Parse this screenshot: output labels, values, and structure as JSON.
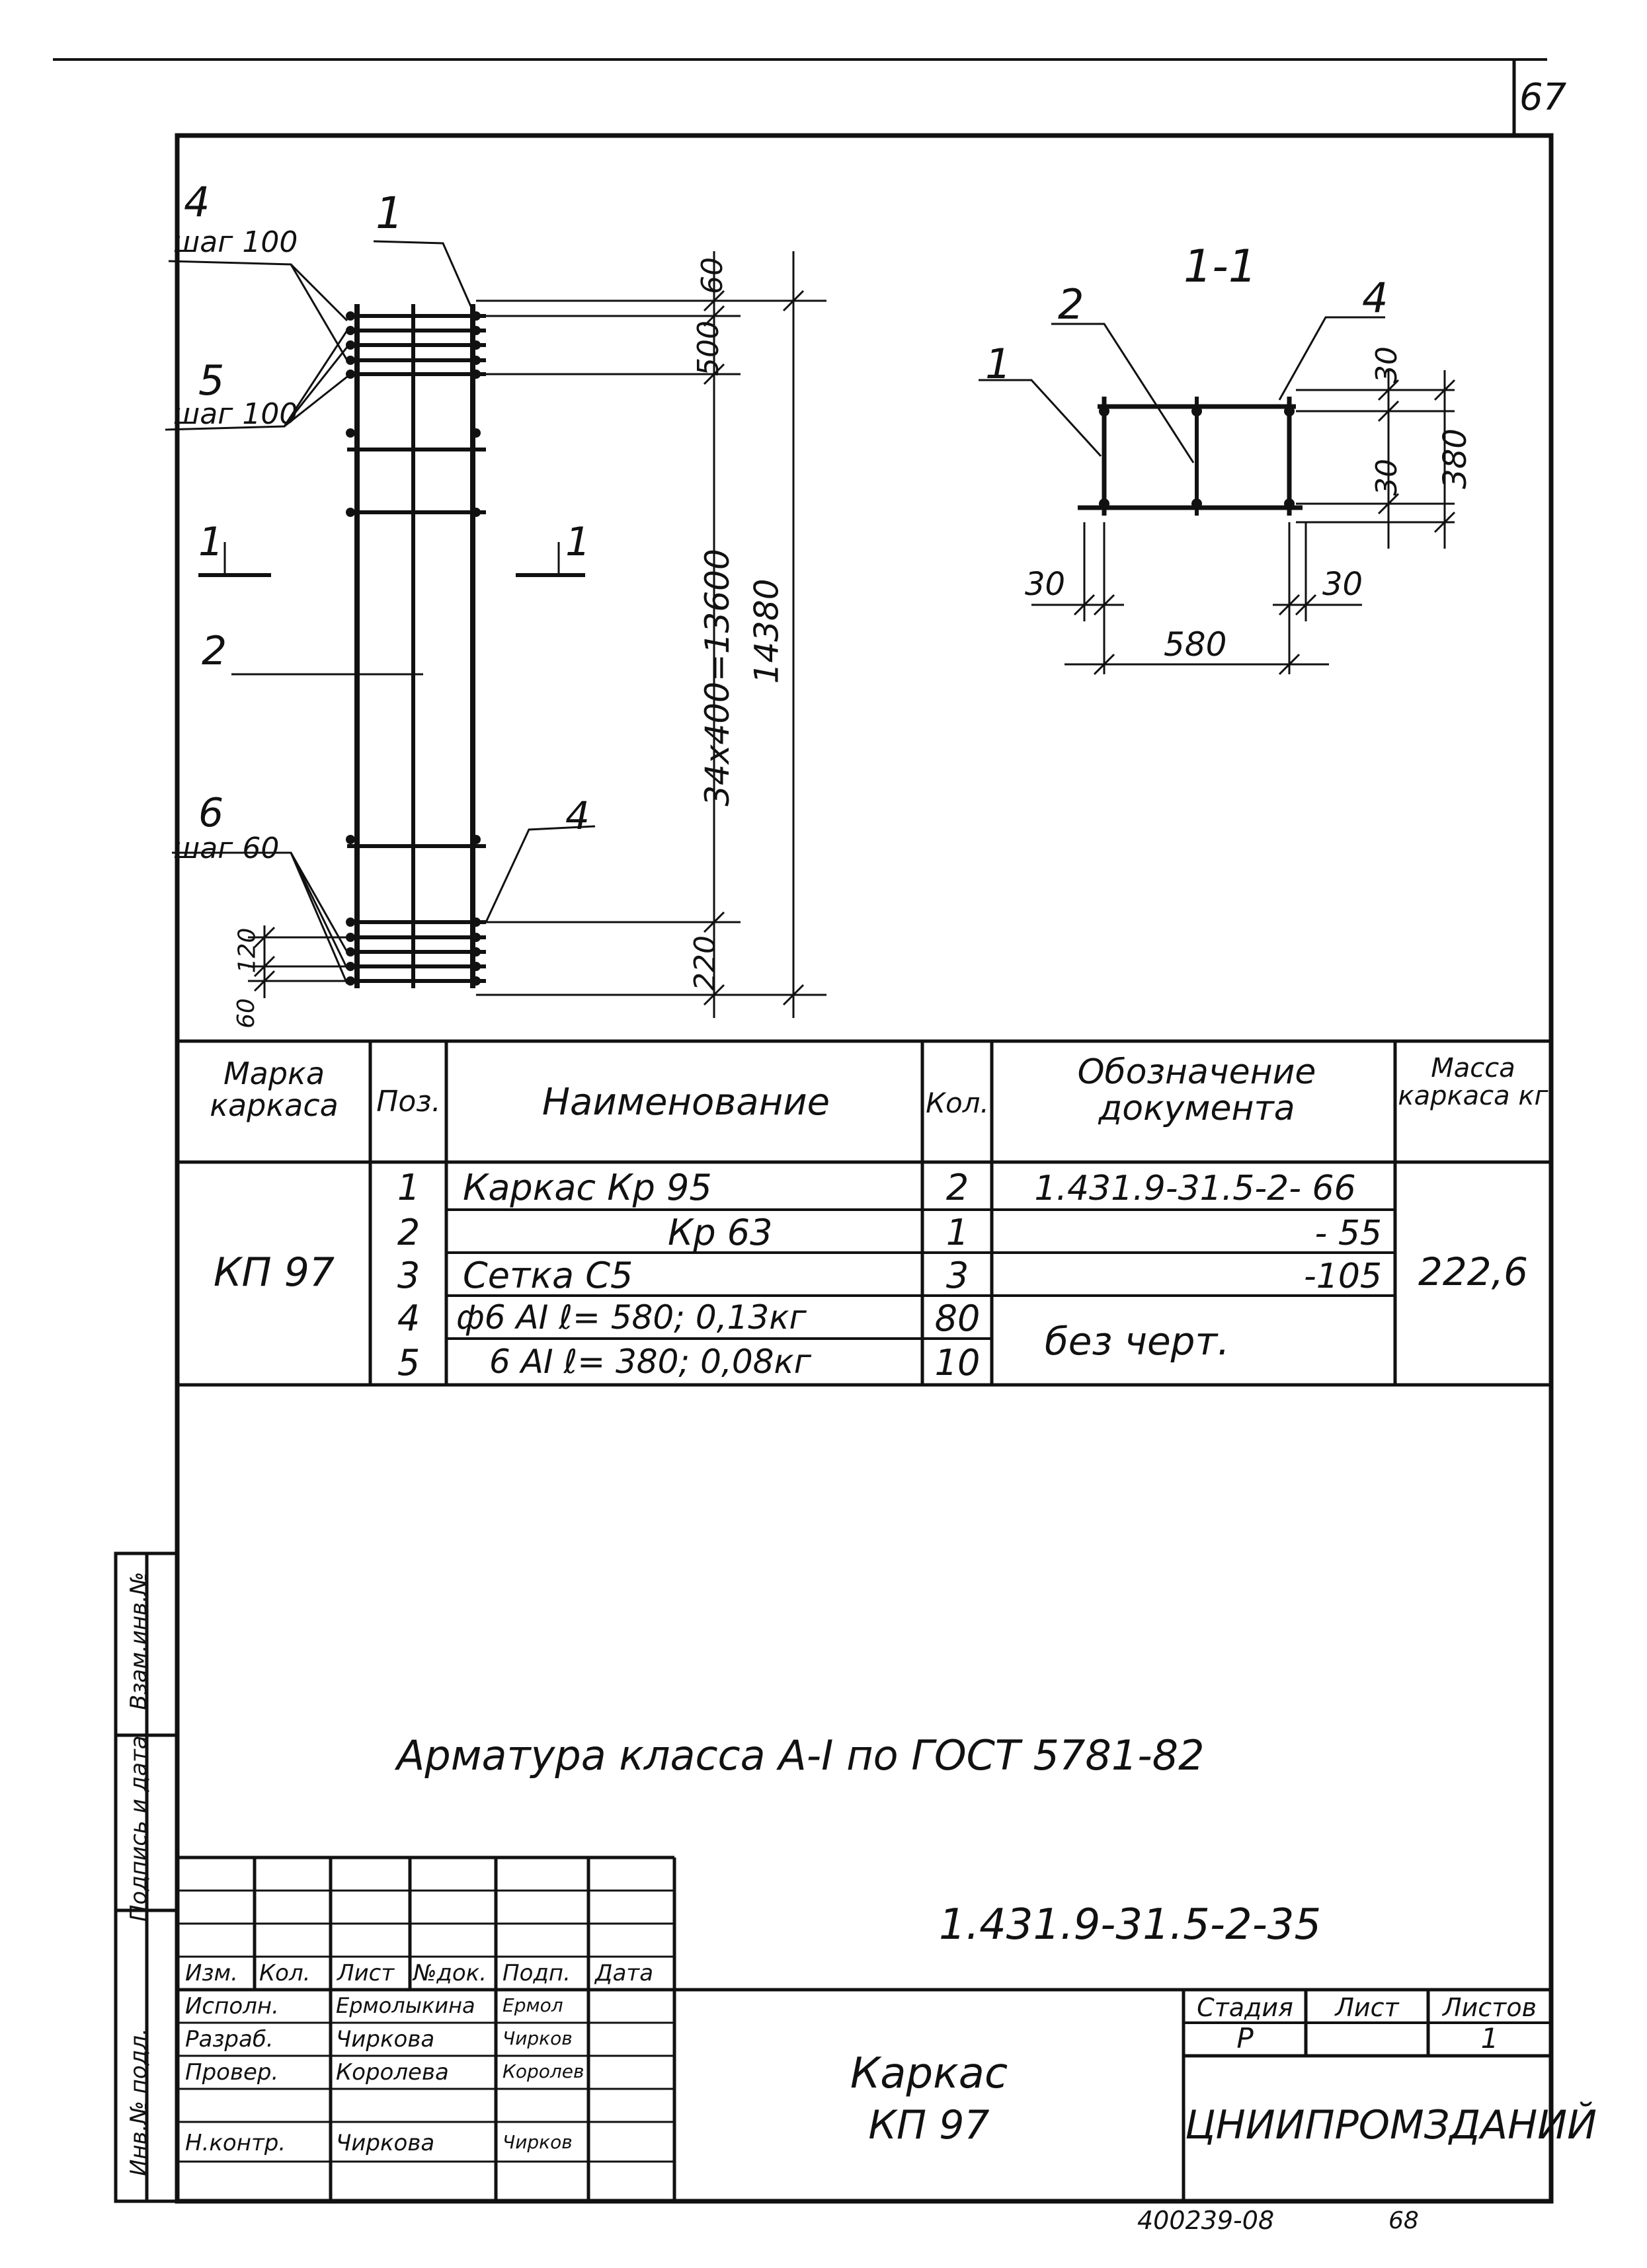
{
  "sheet_number": "67",
  "drawing": {
    "callouts": {
      "p4": "4",
      "p4_pitch": "шаг 100",
      "p1": "1",
      "p5": "5",
      "p5_pitch": "шаг 100",
      "section_left": "1",
      "section_right": "1",
      "p2": "2",
      "p6": "6",
      "p6_pitch": "шаг 60",
      "p4_bottom": "4"
    },
    "dimensions": {
      "d60_top": "60",
      "d500": "500",
      "d34x400": "34x400=13600",
      "d14380": "14380",
      "d220": "220",
      "d120": "120",
      "d60_bottom": "60"
    },
    "section": {
      "title": "1-1",
      "p1": "1",
      "p2": "2",
      "p4": "4",
      "d30_top": "30",
      "d380": "380",
      "d30_mid": "30",
      "d30_left": "30",
      "d30_right": "30",
      "d580": "580"
    }
  },
  "spec_table": {
    "headers": {
      "mark": "Марка каркаса",
      "pos": "Поз.",
      "name": "Наименование",
      "qty": "Кол.",
      "doc": "Обозначение документа",
      "mass": "Масса каркаса кг"
    },
    "mark": "КП 97",
    "mass": "222,6",
    "rows": [
      {
        "pos": "1",
        "name": "Каркас  Кр 95",
        "qty": "2",
        "doc": "1.431.9-31.5-2- 66"
      },
      {
        "pos": "2",
        "name": "Кр 63",
        "qty": "1",
        "doc": "- 55"
      },
      {
        "pos": "3",
        "name": "Сетка  С5",
        "qty": "3",
        "doc": "-105"
      },
      {
        "pos": "4",
        "name": "ф6 AI  ℓ= 580; 0,13кг",
        "qty": "80"
      },
      {
        "pos": "5",
        "name": "6 AI  ℓ= 380; 0,08кг",
        "qty": "10"
      }
    ],
    "doc_merged": "без черт."
  },
  "note": "Арматура  класса  А-I  по  ГОСТ 5781-82",
  "side_stamp": {
    "inv_orig": "Инв.№ подл.",
    "sign_date": "Подпись и дата",
    "vzam": "Взам.инв.№"
  },
  "title_block": {
    "doc_code": "1.431.9-31.5-2-35",
    "col_headers": [
      "Изм.",
      "Кол.",
      "Лист",
      "№док.",
      "Подп.",
      "Дата"
    ],
    "people": [
      {
        "role": "Исполн.",
        "name": "Ермолыкина",
        "sign": "Ермол"
      },
      {
        "role": "Разраб.",
        "name": "Чиркова",
        "sign": "Чирков"
      },
      {
        "role": "Провер.",
        "name": "Королева",
        "sign": "Королев"
      },
      {
        "role": "Н.контр.",
        "name": "Чиркова",
        "sign": "Чирков"
      }
    ],
    "title_line1": "Каркас",
    "title_line2": "КП 97",
    "stage_label": "Стадия",
    "sheet_label": "Лист",
    "sheets_label": "Листов",
    "stage": "Р",
    "sheets": "1",
    "org": "ЦНИИПРОМЗДАНИЙ"
  },
  "footer": {
    "archive": "400239-08",
    "page": "68"
  }
}
